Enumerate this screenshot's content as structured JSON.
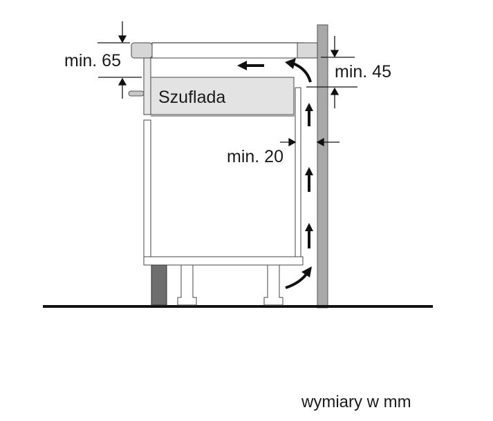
{
  "diagram": {
    "labels": {
      "top_gap": "min. 65",
      "rear_gap_top": "min. 45",
      "rear_gap_side": "min. 20",
      "drawer": "Szuflada",
      "units_note": "wymiary w mm"
    },
    "colors": {
      "line": "#2b2b2b",
      "light_gray": "#e0e0e0",
      "wall_gray": "#a8a8a8",
      "plinth_dark": "#6e6e6e",
      "arrow": "#111111"
    }
  }
}
